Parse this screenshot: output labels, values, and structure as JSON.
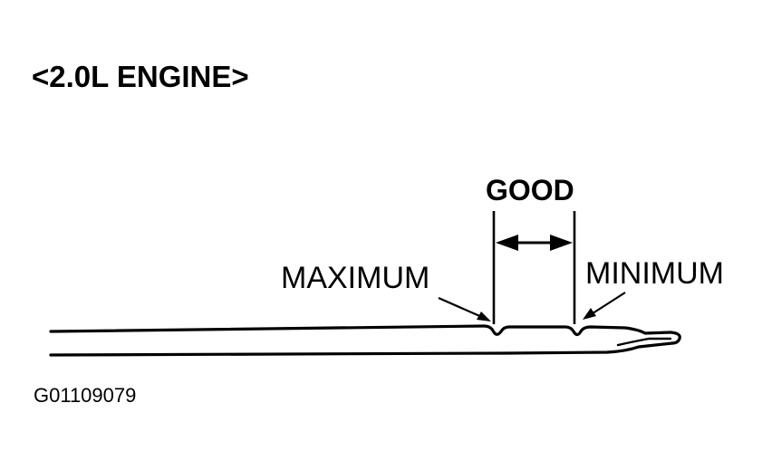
{
  "title": "<2.0L ENGINE>",
  "labels": {
    "good": "GOOD",
    "maximum": "MAXIMUM",
    "minimum": "MINIMUM"
  },
  "figure_id": "G01109079",
  "colors": {
    "ink": "#000000",
    "background": "#ffffff"
  }
}
